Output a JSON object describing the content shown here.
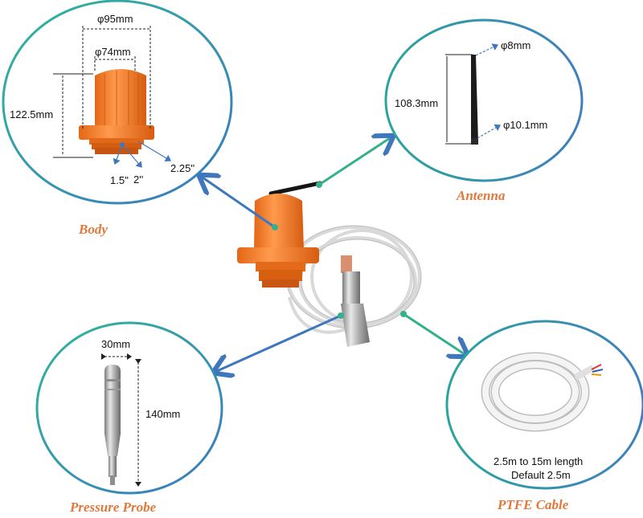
{
  "captions": {
    "body": "Body",
    "antenna": "Antenna",
    "probe": "Pressure Probe",
    "cable": "PTFE Cable"
  },
  "body_dims": {
    "outer": "φ95mm",
    "inner": "φ74mm",
    "height": "122.5mm",
    "thread_small": "1.5''",
    "thread_mid": "2''",
    "thread_large": "2.25''"
  },
  "antenna_dims": {
    "tip": "φ8mm",
    "length": "108.3mm",
    "base": "φ10.1mm"
  },
  "probe_dims": {
    "width": "30mm",
    "length": "140mm"
  },
  "cable_info": {
    "line1": "2.5m to 15m length",
    "line2": "Default 2.5m"
  },
  "colors": {
    "circle_outline": "#27a99a",
    "arrow_blue": "#3f77bf",
    "arrow_teal": "#34b18c",
    "orange": "#f07a2b",
    "caption": "#e2793a"
  }
}
